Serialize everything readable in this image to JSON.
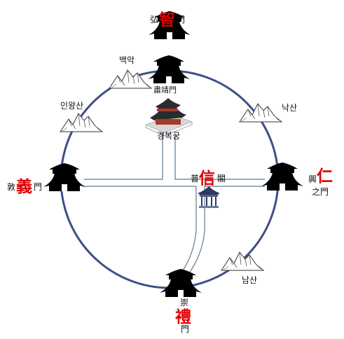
{
  "gates": {
    "north": {
      "pre": "弘",
      "key": "智",
      "post": "門"
    },
    "north_inner": "肅靖門",
    "west": {
      "pre": "敦",
      "key": "義",
      "post": "門"
    },
    "east": {
      "pre": "興",
      "key": "仁",
      "post": "之門"
    },
    "south": {
      "pre": "崇",
      "key": "禮",
      "post": "門"
    },
    "center": {
      "pre": "普",
      "key": "信",
      "post": "閣"
    }
  },
  "mountains": {
    "baegak": "백악",
    "inwangsan": "인왕산",
    "naksan": "낙산",
    "namsan": "남산"
  },
  "palace": "경복궁",
  "colors": {
    "wall": "#3e4f86",
    "road": "#5d7892",
    "accent": "#e00000",
    "gate": "#000000"
  },
  "icons": [
    "gate-icon",
    "mountain-icon",
    "palace-icon",
    "pavilion-icon"
  ]
}
